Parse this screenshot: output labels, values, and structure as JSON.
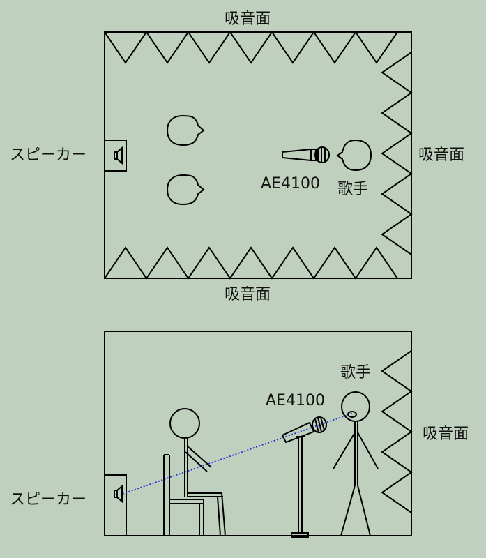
{
  "top_view": {
    "labels": {
      "absorber_top": "吸音面",
      "absorber_bottom": "吸音面",
      "absorber_right": "吸音面",
      "speaker": "スピーカー",
      "mic": "AE4100",
      "singer": "歌手"
    }
  },
  "side_view": {
    "labels": {
      "singer": "歌手",
      "mic": "AE4100",
      "absorber_right": "吸音面",
      "speaker": "スピーカー"
    }
  },
  "colors": {
    "background": "#bfd0be",
    "line": "#000000",
    "sound_path": "#1f2fd6"
  }
}
